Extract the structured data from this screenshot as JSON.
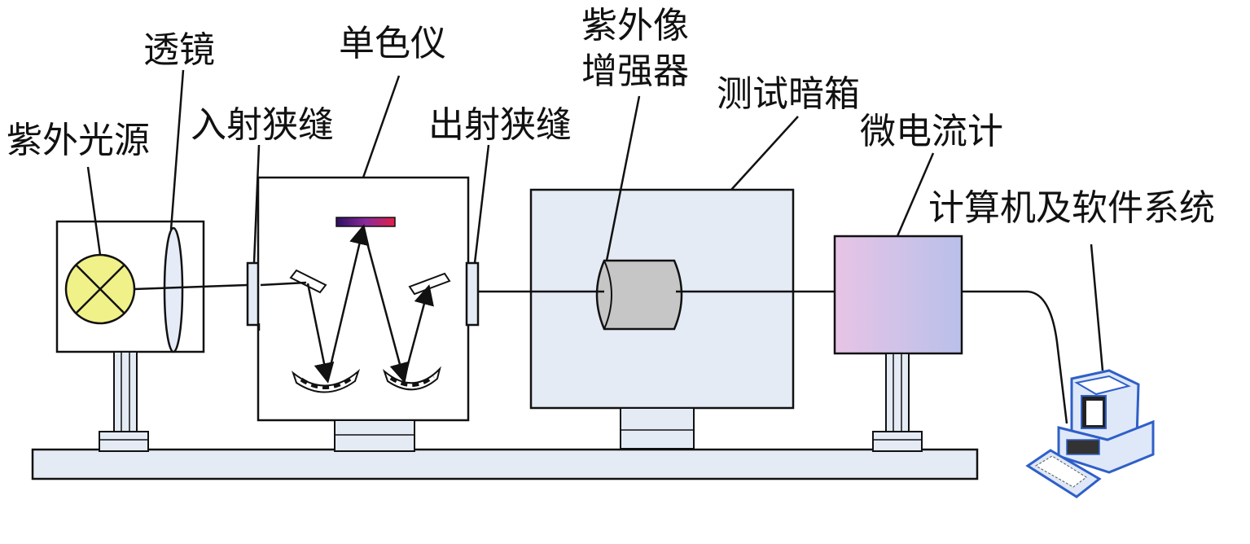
{
  "labels": {
    "uv_source": "紫外光源",
    "lens": "透镜",
    "entrance_slit": "入射狭缝",
    "monochromator": "单色仪",
    "exit_slit": "出射狭缝",
    "uv_intensifier_line1": "紫外像",
    "uv_intensifier_line2": "增强器",
    "dark_box": "测试暗箱",
    "microammeter": "微电流计",
    "computer_system": "计算机及软件系统"
  },
  "colors": {
    "rail": "#e4ebf5",
    "source_fill": "#f1f18a",
    "intensifier_fill": "#c6c6c6",
    "meter_gradient": [
      "#e7c4e6",
      "#b9c0ea"
    ],
    "grating_gradient": [
      "#2b1060",
      "#8a2a9a",
      "#e0204a"
    ],
    "computer_blue": "#2f5fc8"
  },
  "icons": {
    "computer": "desktop-computer-icon"
  }
}
